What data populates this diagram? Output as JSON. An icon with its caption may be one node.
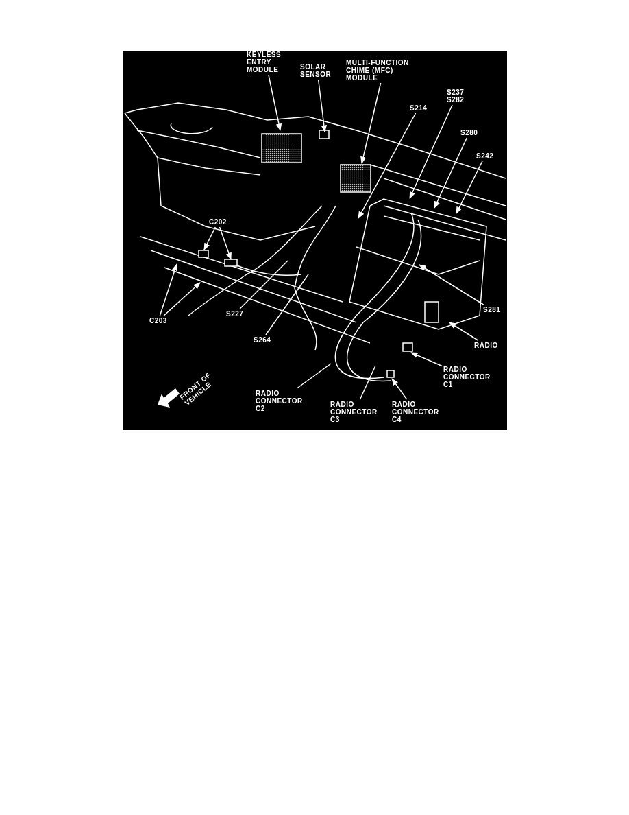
{
  "diagram": {
    "nodes": [
      {
        "text": [
          "KEYLESS ENTRY MODULE"
        ]
      },
      {
        "text": [
          "SOLAR SENSOR"
        ]
      },
      {
        "text": [
          "MULTI-FUNCTION CHIME (MFC) MODULE"
        ]
      },
      {
        "text": [
          "S237 S282"
        ]
      },
      {
        "text": [
          "S214"
        ]
      },
      {
        "text": [
          "S280"
        ]
      },
      {
        "text": [
          "S242"
        ]
      },
      {
        "text": [
          "C202"
        ]
      },
      {
        "text": [
          "C203"
        ]
      },
      {
        "text": [
          "S227"
        ]
      },
      {
        "text": [
          "S264"
        ]
      },
      {
        "text": [
          "S281"
        ]
      },
      {
        "text": [
          "RADIO"
        ]
      },
      {
        "text": [
          "RADIO CONNECTOR C1"
        ]
      },
      {
        "text": [
          "RADIO CONNECTOR C2"
        ]
      },
      {
        "text": [
          "RADIO CONNECTOR C3"
        ]
      },
      {
        "text": [
          "RADIO CONNECTOR C4"
        ]
      }
    ],
    "edges": [
      {
        "from": 0,
        "to": null,
        "arrow": "to"
      },
      {
        "from": 1,
        "to": null,
        "arrow": "to"
      },
      {
        "from": 2,
        "to": null,
        "arrow": "to"
      },
      {
        "from": 3,
        "to": null,
        "arrow": "to"
      },
      {
        "from": 4,
        "to": null,
        "arrow": "to"
      },
      {
        "from": 5,
        "to": null,
        "arrow": "to"
      },
      {
        "from": 6,
        "to": null,
        "arrow": "to"
      },
      {
        "from": 7,
        "to": null,
        "arrow": "to"
      },
      {
        "from": 7,
        "to": null,
        "arrow": "to"
      },
      {
        "from": 8,
        "to": null,
        "arrow": "to"
      },
      {
        "from": 8,
        "to": null,
        "arrow": "to"
      },
      {
        "from": 9,
        "to": null,
        "arrow": "none"
      },
      {
        "from": 10,
        "to": null,
        "arrow": "none"
      },
      {
        "from": 11,
        "to": null,
        "arrow": "to"
      },
      {
        "from": 12,
        "to": null,
        "arrow": "to"
      },
      {
        "from": 13,
        "to": null,
        "arrow": "to"
      },
      {
        "from": 14,
        "to": null,
        "arrow": "none"
      },
      {
        "from": 15,
        "to": null,
        "arrow": "none"
      },
      {
        "from": 16,
        "to": null,
        "arrow": "to"
      }
    ],
    "labels": [
      "FRONT OF VEHICLE"
    ]
  }
}
